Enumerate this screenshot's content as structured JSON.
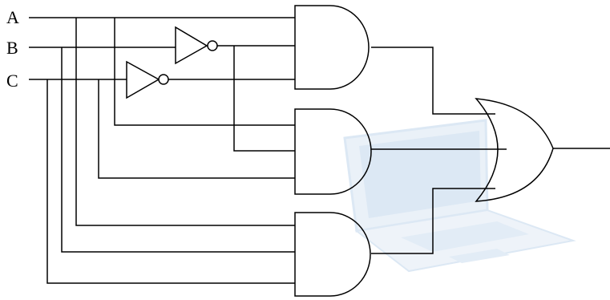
{
  "inputs": [
    {
      "name": "A"
    },
    {
      "name": "B"
    },
    {
      "name": "C"
    }
  ],
  "gates": {
    "not": [
      {
        "id": "not-b",
        "input": "B"
      },
      {
        "id": "not-c",
        "input": "C"
      }
    ],
    "and": [
      {
        "id": "and-1",
        "inputs": [
          "A",
          "NOT B",
          "NOT C"
        ]
      },
      {
        "id": "and-2",
        "inputs": [
          "A",
          "NOT B",
          "C"
        ]
      },
      {
        "id": "and-3",
        "inputs": [
          "A",
          "B",
          "C"
        ]
      }
    ],
    "or": [
      {
        "id": "or-1",
        "inputs": [
          "and-1",
          "and-2",
          "and-3"
        ]
      }
    ]
  },
  "colors": {
    "line": "#000000",
    "watermark": "#dce8f4"
  },
  "watermark_icon": "laptop-icon"
}
